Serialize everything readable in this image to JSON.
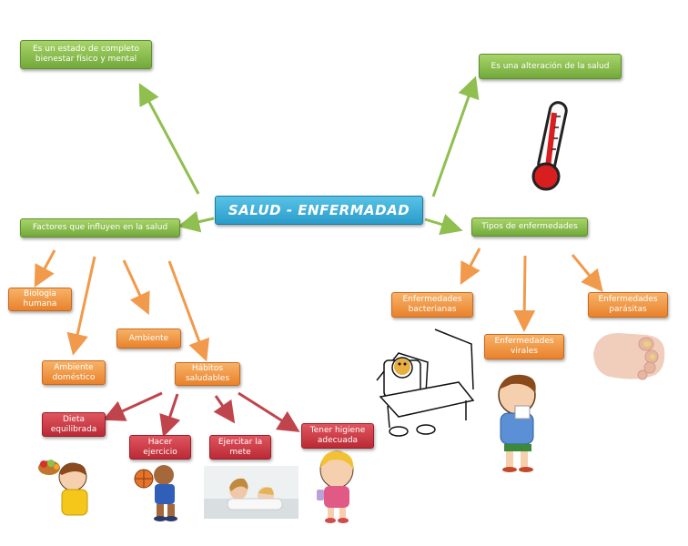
{
  "center": "SALUD - ENFERMADAD",
  "nodes": {
    "estado_bienestar": "Es un estado de completo bienestar físico y mental",
    "alteracion_salud": "Es una alteración de la salud",
    "factores": "Factores que influyen en la salud",
    "tipos": "Tipos de enfermedades",
    "biologia": "Biologia humana",
    "ambiente": "Ambiente",
    "ambiente_domestico": "Ambiente doméstico",
    "habitos": "Hábitos saludables",
    "dieta": "Dieta equilibrada",
    "ejercicio": "Hacer ejercicio",
    "meta": "Ejercitar la mete",
    "higiene": "Tener higiene adecuada",
    "bacterianas": "Enfermedades bacterianas",
    "virales": "Enfermedades virales",
    "parasitas": "Enfermedades parásitas"
  },
  "colors": {
    "green_arrow": "#8fbf4f",
    "orange_arrow": "#f19a4b",
    "red_arrow": "#c0444b"
  }
}
